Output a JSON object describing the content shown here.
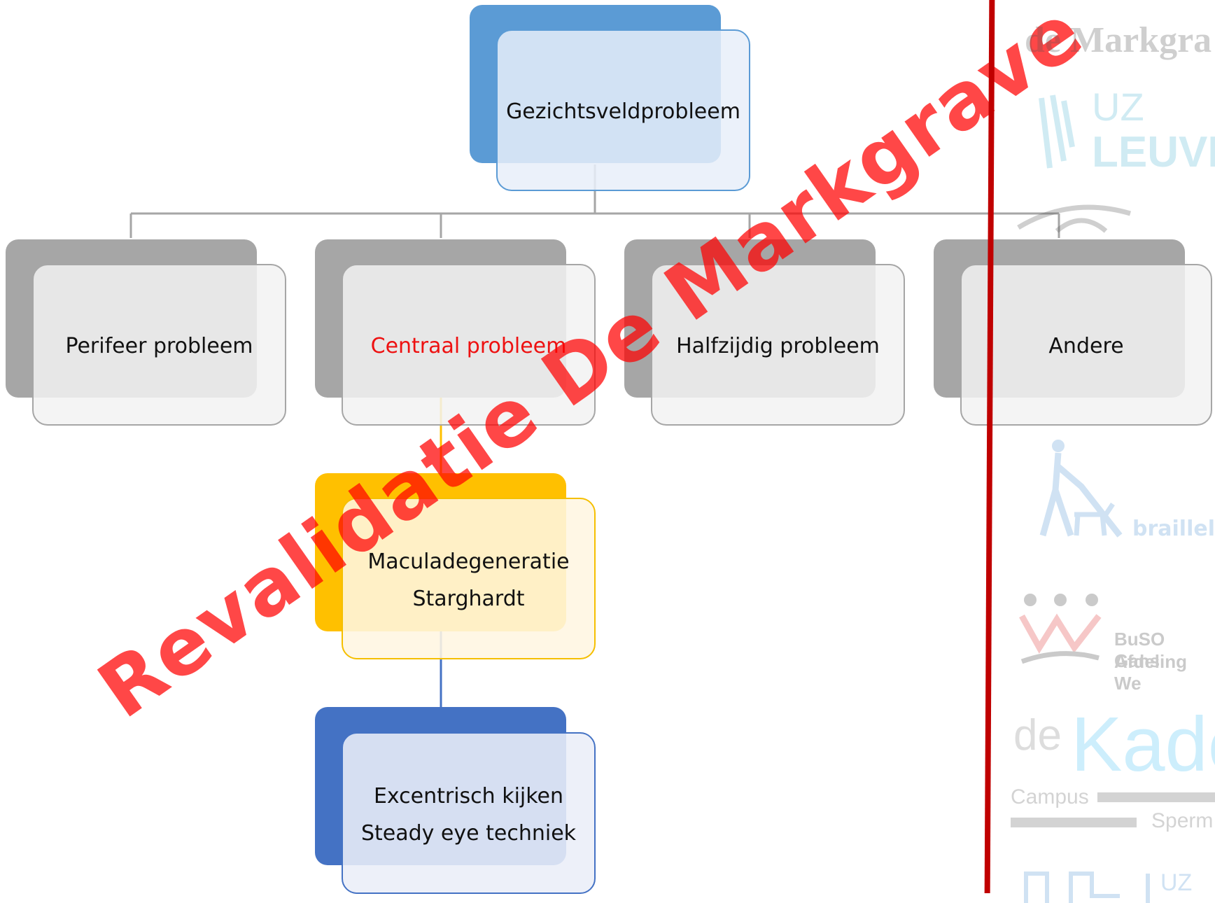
{
  "diagram": {
    "root": {
      "label": "Gezichtsveldprobleem"
    },
    "level1": [
      {
        "label": "Perifeer probleem",
        "color": "#111111"
      },
      {
        "label": "Centraal probleem",
        "color": "#ee1111"
      },
      {
        "label": "Halfzijdig probleem",
        "color": "#111111"
      },
      {
        "label": "Andere",
        "color": "#111111"
      }
    ],
    "level2": {
      "line1": "Maculadegeneratie",
      "line2": "Starghardt"
    },
    "level3": {
      "line1": "Excentrisch kijken",
      "line2": "Steady eye techniek"
    }
  },
  "watermark": {
    "text": "Revalidatie De Markgrave"
  },
  "logos": {
    "markgrave": "de Markgra",
    "uz": "UZ",
    "leuven": "LEUVE",
    "brailleliga": "brailleli",
    "buso_line1": "BuSO Gans",
    "buso_line2": "Afdeling We",
    "dekade_de": "de",
    "dekade_kade": "Kade",
    "campus": "Campus",
    "sperm": "Sperm",
    "uz_bottom": "UZ"
  },
  "colors": {
    "accent_red": "#c00000",
    "root_blue": "#5b9bd5",
    "gray": "#a6a6a6",
    "yellow": "#ffc000",
    "dark_blue": "#4472c4"
  }
}
